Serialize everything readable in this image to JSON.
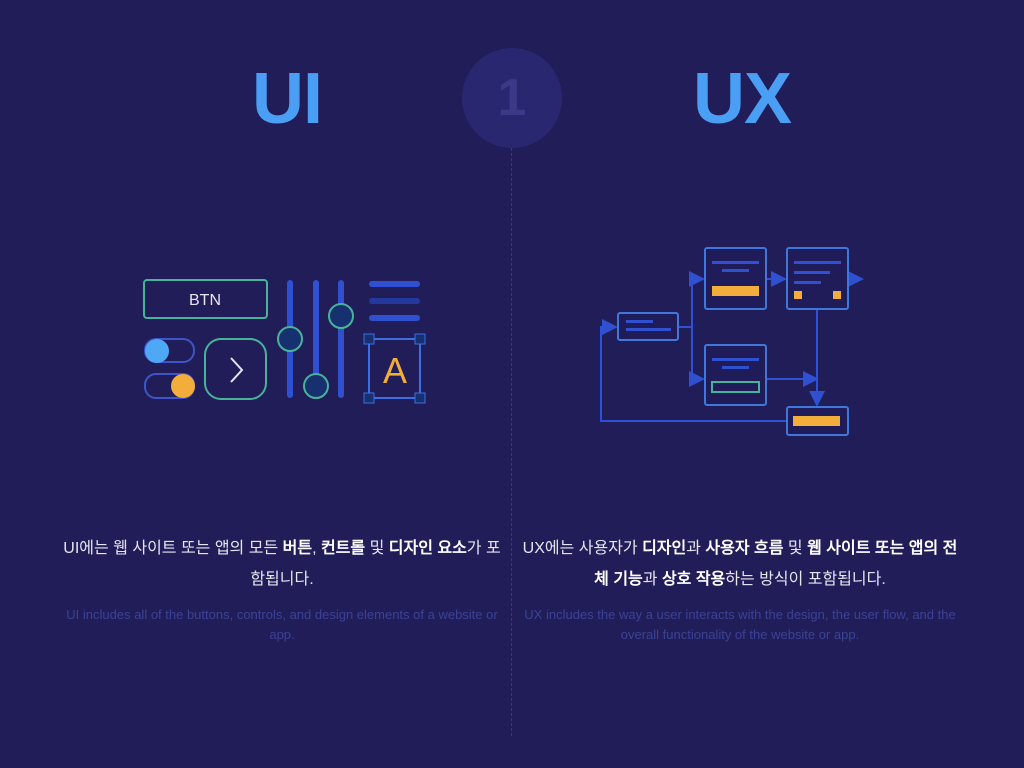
{
  "left": {
    "title": "UI",
    "illustration": {
      "button_label": "BTN",
      "letter": "A"
    },
    "ko": {
      "p1": "UI에는 웹 사이트 또는 앱의 모든 ",
      "b1": "버튼",
      "p2": ", ",
      "b2": "컨트롤",
      "p3": " 및 ",
      "b3": "디자인 요소",
      "p4": "가 포함됩니다."
    },
    "en": "UI includes all of the buttons, controls, and design elements of a website or app."
  },
  "center": {
    "number": "1"
  },
  "right": {
    "title": "UX",
    "ko": {
      "p1": "UX에는 사용자가 ",
      "b1": "디자인",
      "p2": "과 ",
      "b2": "사용자 흐름",
      "p3": " 및 ",
      "b3": "웹 사이트 또는 앱의 전체 기능",
      "p4": "과 ",
      "b4": "상호 작용",
      "p5": "하는 방식이 포함됩니다."
    },
    "en": "UX includes the way a user interacts with the design, the user flow, and the overall functionality of the website or app."
  },
  "colors": {
    "background": "#211d58",
    "title": "#4a9ff5",
    "accent_orange": "#f2ad3b",
    "accent_teal": "#48b29a",
    "line_blue": "#2f50d0"
  }
}
